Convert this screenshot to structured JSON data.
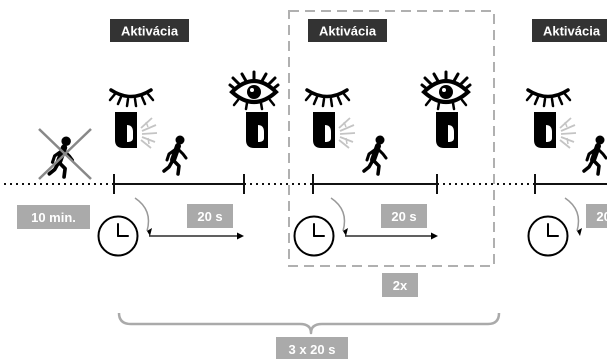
{
  "activation_label": "Aktivácia",
  "delay_label": "10 min.",
  "interval_label": "20 s",
  "repeat_label": "2x",
  "total_label": "3 x 20 s",
  "icons": {
    "no_motion": "crossed-out-walking-person-icon",
    "eye_closed": "closed-eye-icon",
    "eye_open": "open-eye-icon",
    "sensor": "motion-sensor-icon",
    "person": "walking-person-icon",
    "timer": "clock-icon"
  },
  "colors": {
    "label_dark": "#333333",
    "label_gray": "#aaaaaa",
    "line": "#111111",
    "dashed_box": "#b0b0b0",
    "brace": "#aaaaaa",
    "cross": "#888888"
  }
}
